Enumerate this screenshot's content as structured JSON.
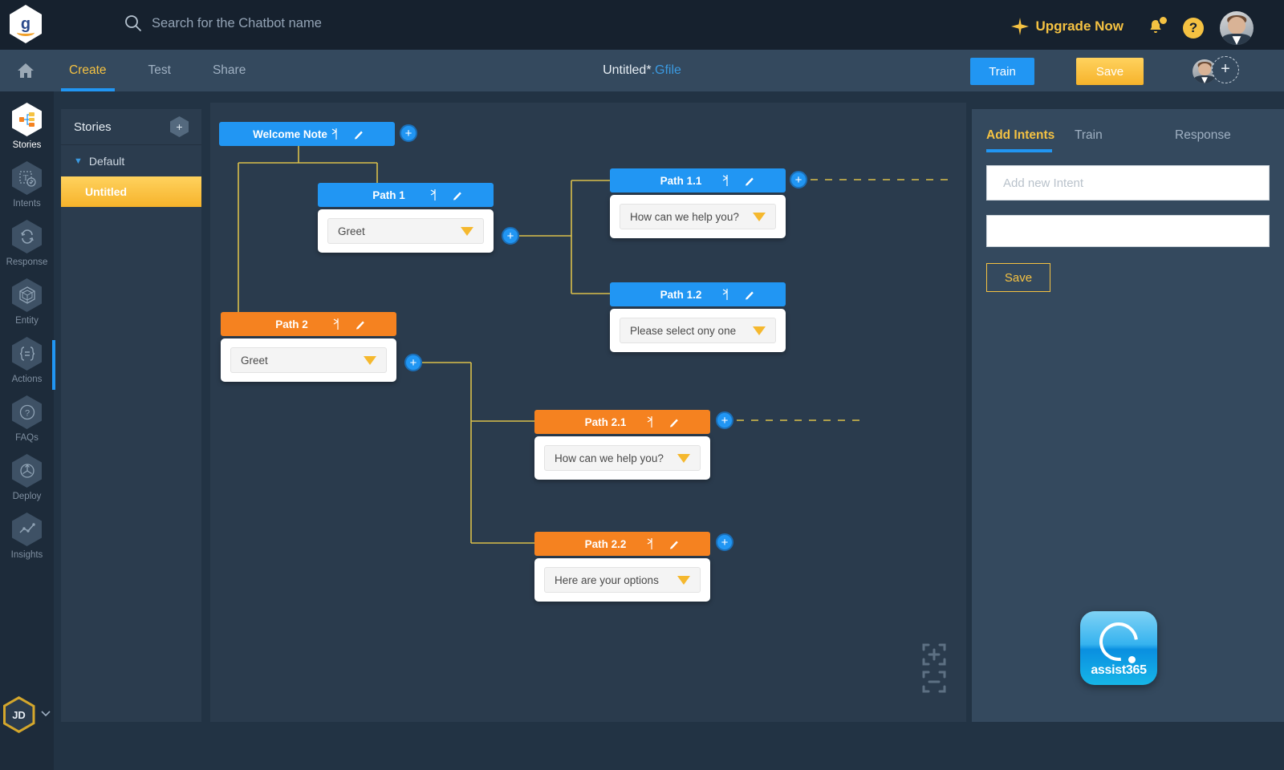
{
  "topbar": {
    "logo_letter": "g",
    "search_placeholder": "Search for the Chatbot name",
    "upgrade_label": "Upgrade Now",
    "help_label": "?"
  },
  "subbar": {
    "tabs": [
      {
        "label": "Create",
        "active": true
      },
      {
        "label": "Test",
        "active": false
      },
      {
        "label": "Share",
        "active": false
      }
    ],
    "doc_title": "Untitled*",
    "doc_ext": ".Gfile",
    "train_label": "Train",
    "save_label": "Save",
    "add_user_label": "+"
  },
  "rail": {
    "items": [
      {
        "label": "Stories",
        "icon": "stories-icon",
        "active": true
      },
      {
        "label": "Intents",
        "icon": "intents-icon",
        "active": false
      },
      {
        "label": "Response",
        "icon": "response-icon",
        "active": false
      },
      {
        "label": "Entity",
        "icon": "entity-icon",
        "active": false
      },
      {
        "label": "Actions",
        "icon": "actions-icon",
        "active": false
      },
      {
        "label": "FAQs",
        "icon": "faqs-icon",
        "active": false
      },
      {
        "label": "Deploy",
        "icon": "deploy-icon",
        "active": false
      },
      {
        "label": "Insights",
        "icon": "insights-icon",
        "active": false
      }
    ],
    "user_initials": "JD"
  },
  "stories": {
    "title": "Stories",
    "add_label": "+",
    "group_label": "Default",
    "items": [
      {
        "label": "Untitled",
        "selected": true
      }
    ]
  },
  "canvas": {
    "nodes": [
      {
        "id": "welcome",
        "title": "Welcome Note",
        "color": "blue",
        "has_body": false
      },
      {
        "id": "path1",
        "title": "Path 1",
        "color": "blue",
        "has_body": true,
        "select_value": "Greet"
      },
      {
        "id": "path2",
        "title": "Path 2",
        "color": "orange",
        "has_body": true,
        "select_value": "Greet"
      },
      {
        "id": "path11",
        "title": "Path 1.1",
        "color": "blue",
        "has_body": true,
        "select_value": "How can we help you?"
      },
      {
        "id": "path12",
        "title": "Path 1.2",
        "color": "blue",
        "has_body": true,
        "select_value": "Please select ony one"
      },
      {
        "id": "path21",
        "title": "Path 2.1",
        "color": "orange",
        "has_body": true,
        "select_value": "How can we help you?"
      },
      {
        "id": "path22",
        "title": "Path 2.2",
        "color": "orange",
        "has_body": true,
        "select_value": "Here are your options"
      }
    ],
    "add_button_label": "+",
    "zoom_in_label": "+",
    "zoom_out_label": "−"
  },
  "rightpanel": {
    "tabs": [
      {
        "label": "Add Intents",
        "active": true
      },
      {
        "label": "Train",
        "active": false
      },
      {
        "label": "Response",
        "active": false
      }
    ],
    "intent_placeholder": "Add new Intent",
    "intent_value": "",
    "second_field_value": "",
    "save_label": "Save"
  },
  "widget": {
    "brand": "assist365"
  }
}
